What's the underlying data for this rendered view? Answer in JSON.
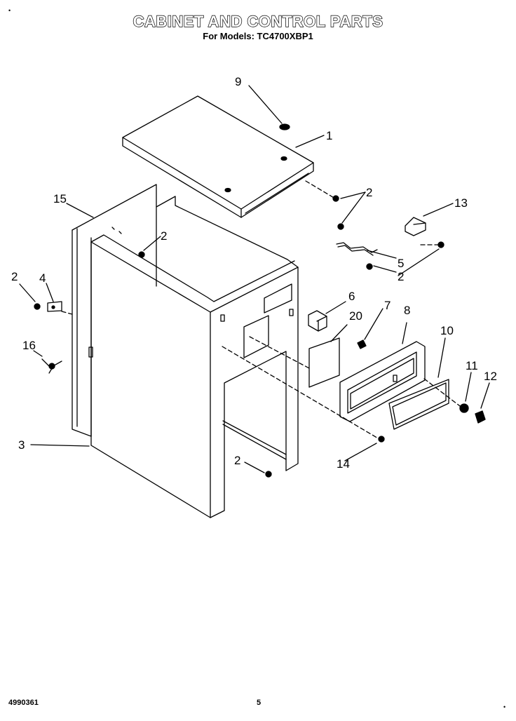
{
  "header": {
    "title": "CABINET AND CONTROL PARTS",
    "subtitle": "For Models: TC4700XBP1"
  },
  "footer": {
    "doc_number": "4990361",
    "page_number": "5"
  },
  "corner_marks": {
    "top_left": "•",
    "bottom_right": "•"
  },
  "callouts": [
    "9",
    "1",
    "2",
    "15",
    "2",
    "13",
    "2",
    "4",
    "5",
    "2",
    "6",
    "20",
    "7",
    "8",
    "16",
    "10",
    "11",
    "12",
    "3",
    "2",
    "14"
  ]
}
